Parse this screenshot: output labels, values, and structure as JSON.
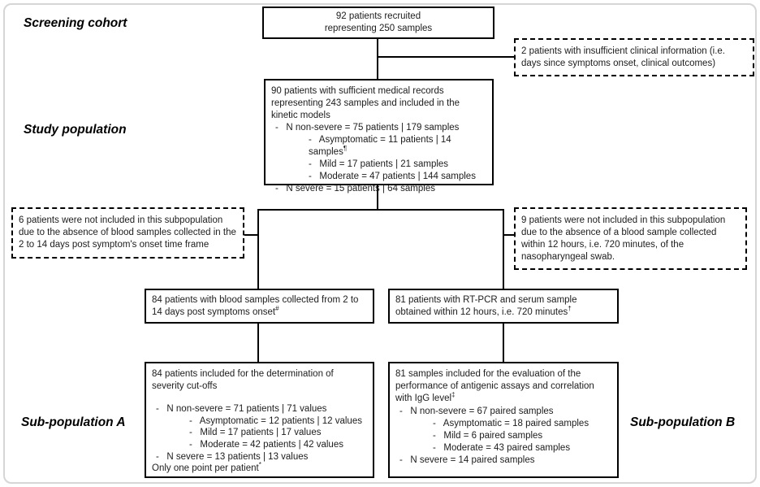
{
  "labels": {
    "screening_cohort": "Screening cohort",
    "study_population": "Study population",
    "sub_population_a": "Sub-population A",
    "sub_population_b": "Sub-population B"
  },
  "boxes": {
    "recruited": {
      "line1": "92 patients recruited",
      "line2": "representing 250 samples"
    },
    "excluded_top": {
      "text": "2 patients with insufficient clinical information (i.e. days since symptoms onset, clinical outcomes)"
    },
    "study": {
      "intro": "90 patients with sufficient medical records representing 243 samples and included in the kinetic models",
      "items": [
        {
          "t": "-   N non-severe = 75 patients | 179 samples"
        },
        {
          "t": "-   Asymptomatic = 11 patients | 14 samples",
          "sup": "¶"
        },
        {
          "t": "-   Mild = 17 patients | 21 samples"
        },
        {
          "t": "-   Moderate = 47 patients | 144 samples"
        },
        {
          "t": "-   N severe = 15 patients | 64 samples"
        }
      ]
    },
    "excluded_left": {
      "text": "6 patients were not included in this subpopulation due to the absence of blood samples collected in the 2 to 14 days post symptom's onset  time frame"
    },
    "excluded_right": {
      "text": "9 patients were not included in this subpopulation due to the absence of a blood sample collected within 12 hours, i.e. 720 minutes, of the nasopharyngeal swab."
    },
    "subpop_a_entry": {
      "text": "84 patients with blood samples collected from 2 to 14 days post symptoms onset",
      "sup": "#"
    },
    "subpop_b_entry": {
      "text": "81 patients with RT-PCR and serum sample obtained within 12 hours, i.e. 720 minutes",
      "sup": "†"
    },
    "subpop_a_detail": {
      "intro": "84 patients included for the determination of severity cut-offs",
      "items": [
        {
          "t": "-   N non-severe = 71 patients | 71 values"
        },
        {
          "t": "-   Asymptomatic = 12 patients | 12 values"
        },
        {
          "t": "-   Mild = 17 patients | 17 values"
        },
        {
          "t": "-   Moderate = 42 patients | 42 values"
        },
        {
          "t": "-   N severe = 13 patients | 13 values"
        }
      ],
      "footer": "Only one point per patient",
      "footer_sup": "*"
    },
    "subpop_b_detail": {
      "intro": "81 samples included for the evaluation of the performance of antigenic assays and correlation with IgG level",
      "intro_sup": "‡",
      "items": [
        {
          "t": "-   N non-severe = 67 paired samples"
        },
        {
          "t": "-   Asymptomatic = 18 paired samples"
        },
        {
          "t": "-   Mild = 6 paired samples"
        },
        {
          "t": "-   Moderate = 43 paired samples"
        },
        {
          "t": "-   N severe = 14 paired samples"
        }
      ]
    }
  },
  "colors": {
    "box_border": "#000000",
    "frame_border": "#d6d6d6",
    "background": "#ffffff",
    "text": "#1c1c1c"
  }
}
